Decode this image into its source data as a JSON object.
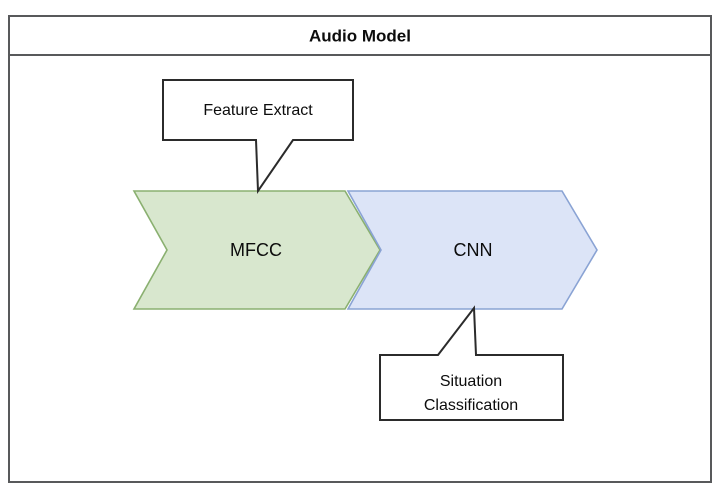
{
  "diagram": {
    "title": "Audio Model",
    "frame": {
      "border_color": "#58595b",
      "background": "#ffffff"
    },
    "nodes": [
      {
        "id": "mfcc",
        "label": "MFCC",
        "shape": "chevron",
        "fill": "#d8e7ce",
        "stroke": "#8ab070"
      },
      {
        "id": "cnn",
        "label": "CNN",
        "shape": "chevron",
        "fill": "#dce4f7",
        "stroke": "#8aa3d4"
      }
    ],
    "callouts": [
      {
        "id": "feature-extract",
        "lines": [
          "Feature Extract"
        ],
        "points_to": "mfcc",
        "position": "above",
        "fill": "#ffffff",
        "stroke": "#2b2b2b"
      },
      {
        "id": "situation-classification",
        "lines": [
          "Situation",
          "Classification"
        ],
        "points_to": "cnn",
        "position": "below",
        "fill": "#ffffff",
        "stroke": "#2b2b2b"
      }
    ]
  }
}
